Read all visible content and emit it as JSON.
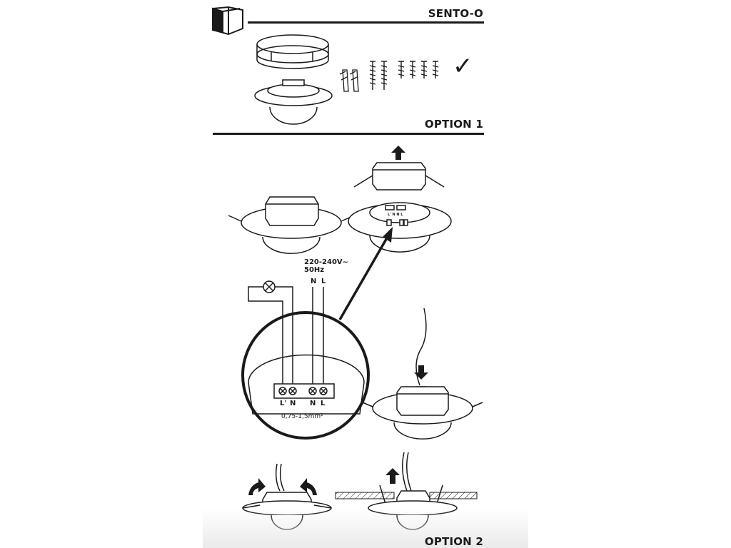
{
  "product_name": "SENTO-O",
  "package_contents": {
    "check_mark": "✓",
    "icons": [
      "box-icon",
      "surface-mount-ring",
      "sensor-unit",
      "wall-plug",
      "long-screw",
      "short-screw"
    ]
  },
  "option1": {
    "heading": "OPTION 1",
    "voltage": "220-240V~",
    "frequency": "50Hz",
    "supply_terminals": [
      "N",
      "L"
    ],
    "terminal_labels": [
      "L'",
      "N",
      "N",
      "L"
    ],
    "wire_gauge": "0,75-1,5mm²",
    "small_terminal_labels": [
      "L'",
      "N",
      "N",
      "L"
    ]
  },
  "option2": {
    "heading": "OPTION 2"
  }
}
